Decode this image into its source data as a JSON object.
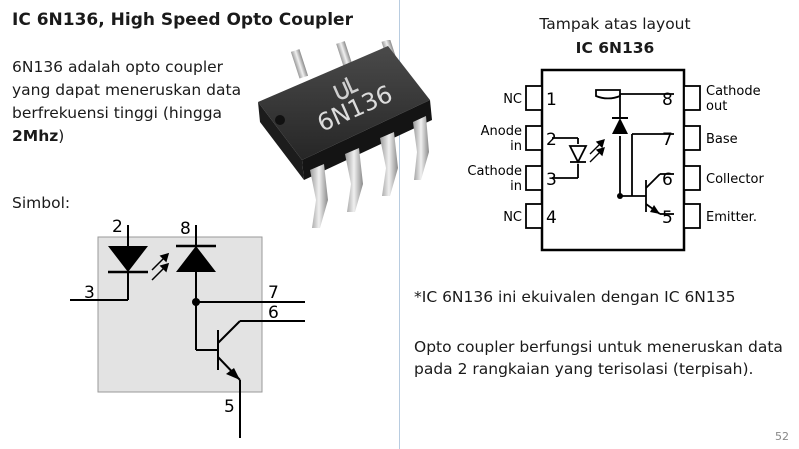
{
  "slide": {
    "title": "IC 6N136, High Speed Opto Coupler",
    "description_prefix": "6N136 adalah opto coupler yang dapat meneruskan data berfrekuensi tinggi (hingga ",
    "description_bold": "2Mhz",
    "description_suffix": ")",
    "symbol_label": "Simbol:",
    "layout_title": "Tampak atas layout",
    "layout_subtitle": "IC 6N136",
    "equivalence_note": "*IC 6N136 ini ekuivalen dengan IC 6N135",
    "function_text": "Opto coupler berfungsi untuk meneruskan data pada 2 rangkaian yang terisolasi (terpisah).",
    "page_number": "52"
  },
  "chip_photo": {
    "marking": "6N136"
  },
  "symbol": {
    "pins": [
      "2",
      "8",
      "3",
      "7",
      "6",
      "5"
    ]
  },
  "pinout": {
    "left_pins": [
      {
        "num": "1",
        "label": "NC"
      },
      {
        "num": "2",
        "label": "Anode in"
      },
      {
        "num": "3",
        "label": "Cathode in"
      },
      {
        "num": "4",
        "label": "NC"
      }
    ],
    "right_pins": [
      {
        "num": "8",
        "label": "Cathode out"
      },
      {
        "num": "7",
        "label": "Base"
      },
      {
        "num": "6",
        "label": "Collector"
      },
      {
        "num": "5",
        "label": "Emitter."
      }
    ],
    "left_label_lines": [
      [
        "NC"
      ],
      [
        "Anode",
        "in"
      ],
      [
        "Cathode",
        "in"
      ],
      [
        "NC"
      ]
    ],
    "right_label_lines": [
      [
        "Cathode",
        "out"
      ],
      [
        "Base"
      ],
      [
        "Collector"
      ],
      [
        "Emitter."
      ]
    ]
  }
}
